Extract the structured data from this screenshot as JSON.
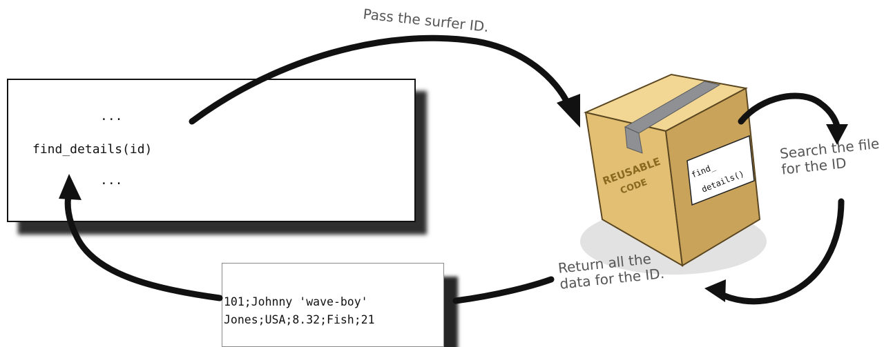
{
  "code_box": {
    "line_top": "...",
    "line_call": "find_details(id)",
    "line_bottom": "..."
  },
  "record": {
    "line1": "101;Johnny 'wave-boy'",
    "line2": "Jones;USA;8.32;Fish;21"
  },
  "notes": {
    "pass_id": "Pass the surfer ID.",
    "search_line1": "Search the file",
    "search_line2": "for the ID",
    "return_line1": "Return all the",
    "return_line2": "data for the ID."
  },
  "box": {
    "stamp_line1": "REUSABLE",
    "stamp_line2": "CODE",
    "label_line1": "find_",
    "label_line2": "details()"
  },
  "colors": {
    "ink": "#111111",
    "note": "#555555",
    "cardboard_front": "#e3bf73",
    "cardboard_side": "#c9a35a",
    "tape": "#8e9094"
  }
}
